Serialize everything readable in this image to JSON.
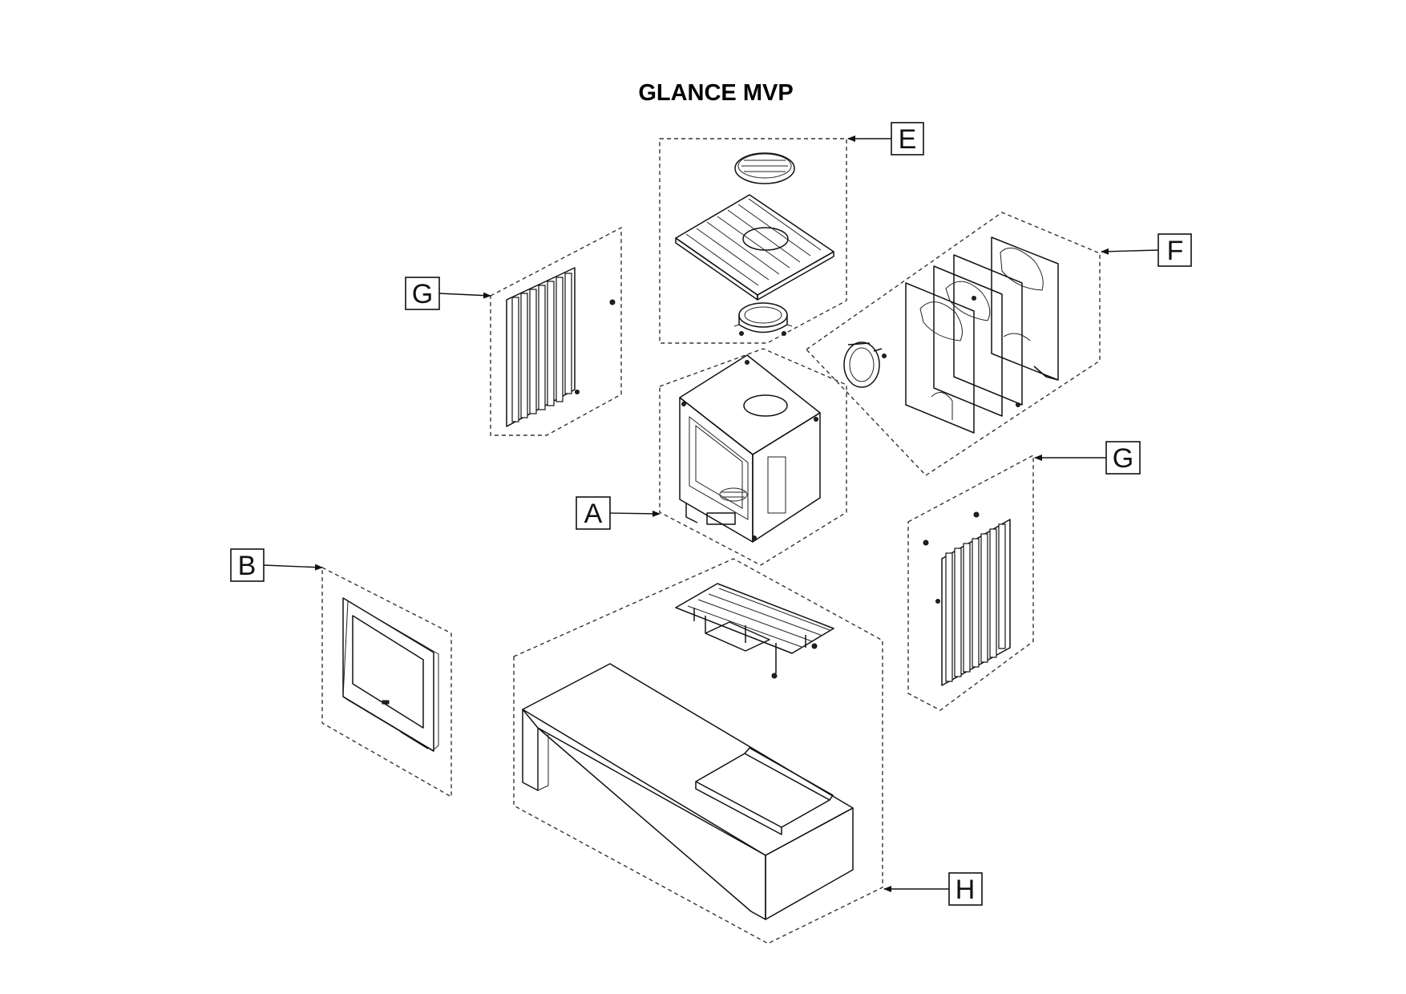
{
  "title": "GLANCE MVP",
  "callouts": {
    "A": "A",
    "B": "B",
    "E": "E",
    "F": "F",
    "G_left": "G",
    "G_right": "G",
    "H": "H"
  }
}
